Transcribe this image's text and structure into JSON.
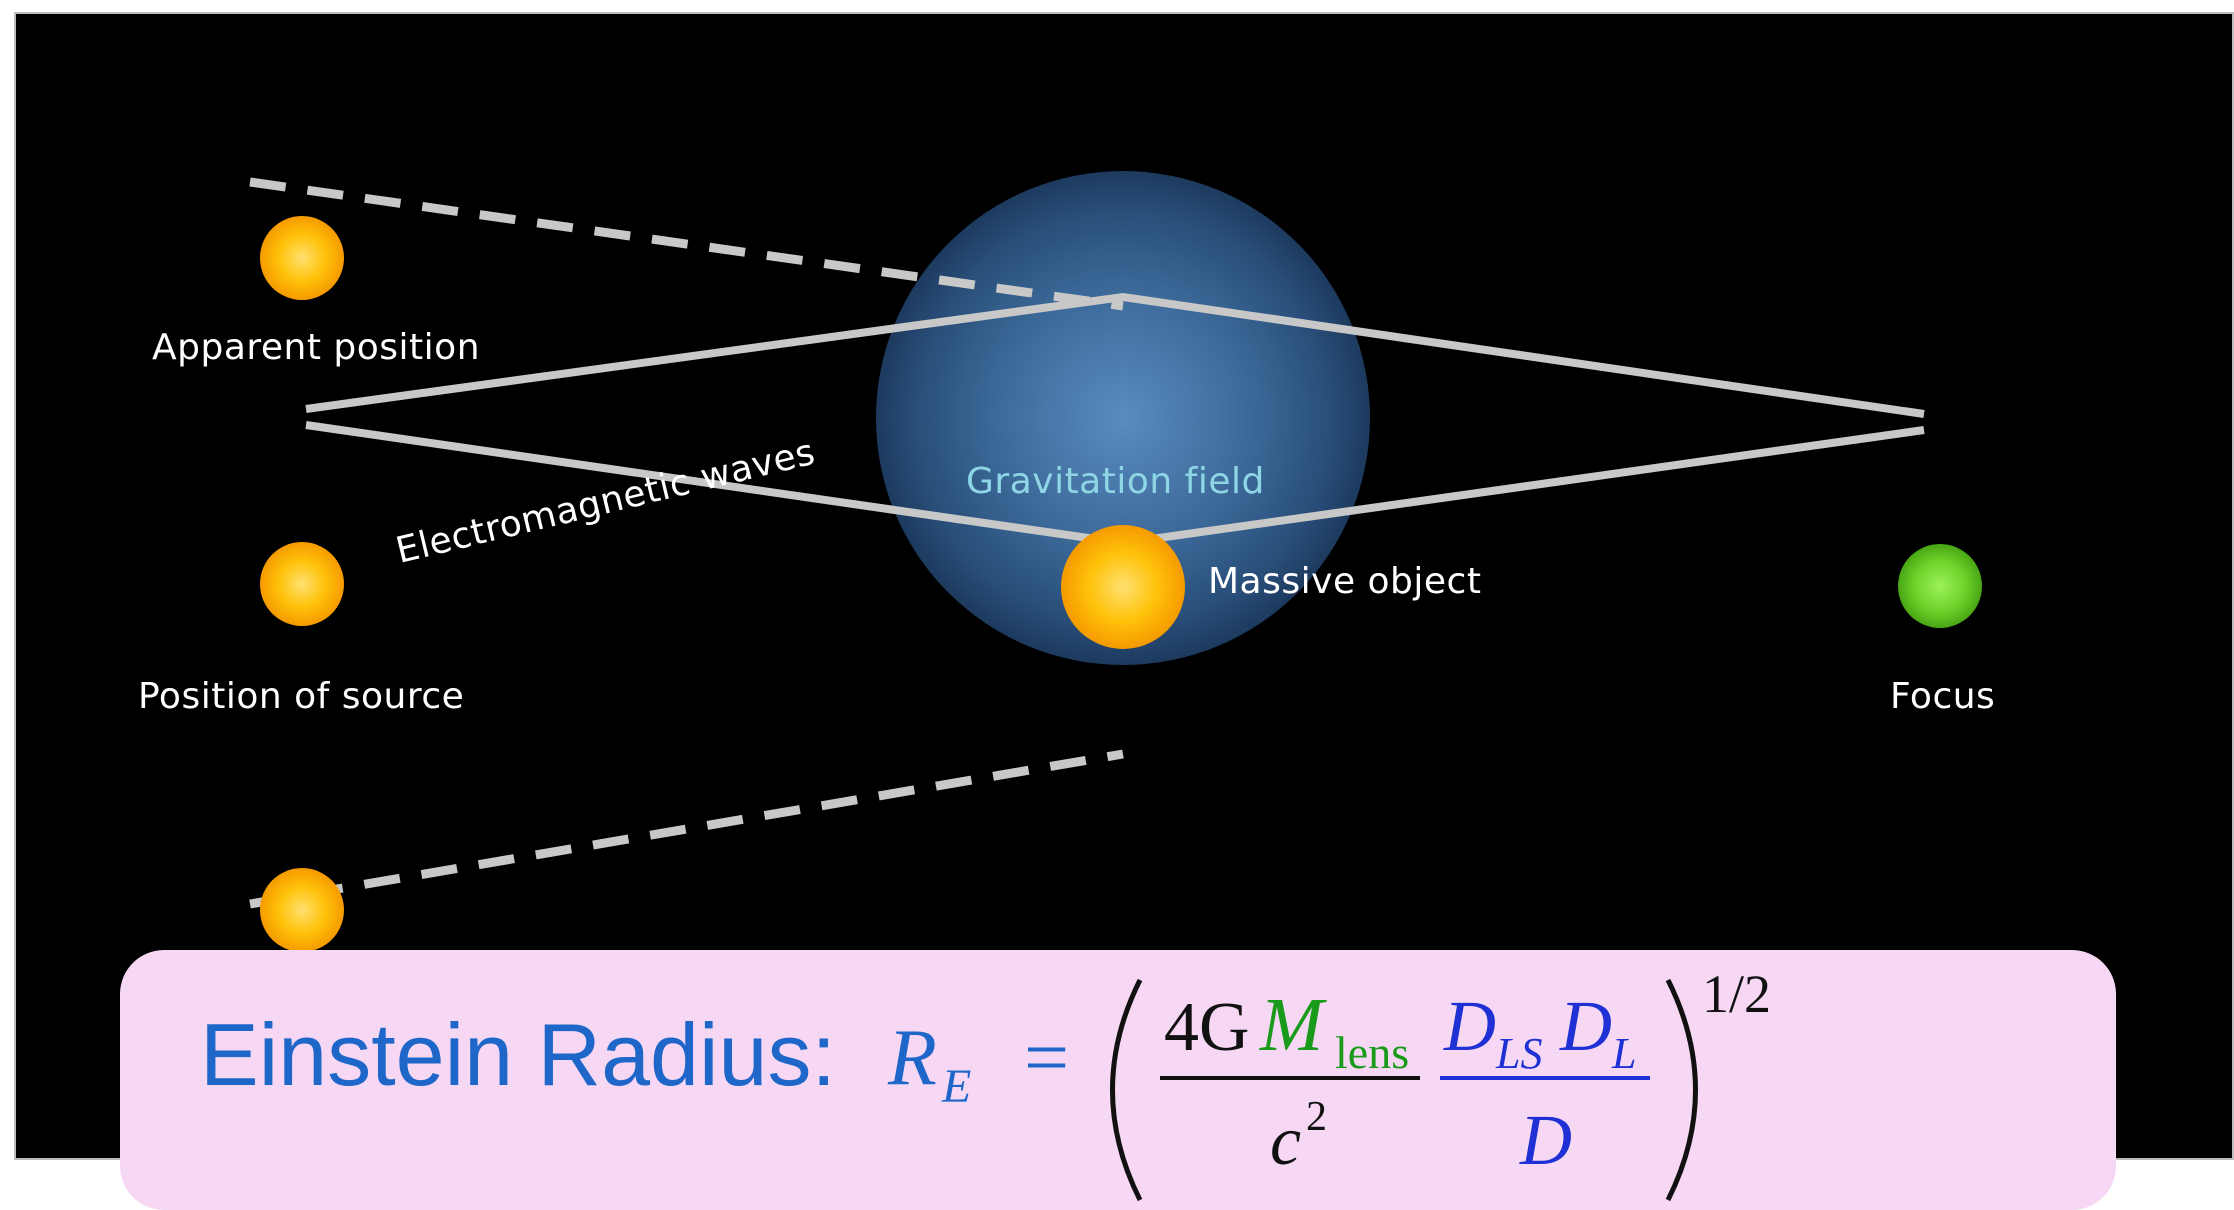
{
  "labels": {
    "apparent_position": "Apparent position",
    "electromagnetic_waves": "Electromagnetic waves",
    "gravitation_field": "Gravitation field",
    "massive_object": "Massive object",
    "position_of_source": "Position of source",
    "focus": "Focus"
  },
  "formula": {
    "label": "Einstein Radius:",
    "lhs_symbol": "R",
    "lhs_subscript": "E",
    "equals": "=",
    "num_coefficient": "4G",
    "mass_symbol": "M",
    "mass_subscript": "lens",
    "denominator": "c",
    "denominator_power": "2",
    "dist_D1": "D",
    "dist_D1_sub": "LS",
    "dist_D2": "D",
    "dist_D2_sub": "L",
    "dist_den": "D",
    "exponent": "1/2"
  },
  "colors": {
    "background": "#000000",
    "source_body": "#ffc400",
    "focus_body": "#6fd22a",
    "field_glow": "#3f6e9e",
    "ray_line": "#c8c8c8",
    "formula_box": "#f6d8f5",
    "formula_text_blue": "#1f66c9",
    "formula_green": "#1a9a1a"
  }
}
